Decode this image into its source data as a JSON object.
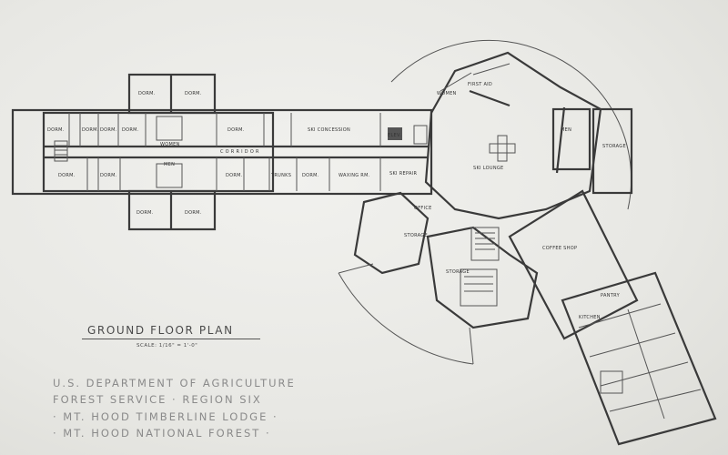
{
  "plan": {
    "title": "GROUND FLOOR PLAN",
    "scale": "SCALE: 1/16\" = 1'-0\""
  },
  "credits": {
    "line1": "U.S. DEPARTMENT OF AGRICULTURE",
    "line2": "FOREST SERVICE · REGION SIX",
    "line3": "· MT. HOOD TIMBERLINE LODGE ·",
    "line4": "· MT. HOOD NATIONAL FOREST ·"
  },
  "rooms": {
    "dorm": "DORM.",
    "corridor": "C O R R I D O R",
    "women": "WOMEN",
    "men": "MEN",
    "dorm_center": "DORM.",
    "trunks": "TRUNKS",
    "waxing": "WAXING RM.",
    "ski_concession": "SKI CONCESSION",
    "ski_repair": "SKI REPAIR",
    "ski_lounge": "SKI LOUNGE",
    "office": "OFFICE",
    "storage_1": "STORAGE",
    "storage_2": "STORAGE",
    "first_aid": "FIRST AID",
    "women_wing": "WOMEN",
    "men_wing": "MEN",
    "storage_wing": "STORAGE",
    "coffee_shop": "COFFEE SHOP",
    "kitchen": "KITCHEN",
    "pantry": "PANTRY",
    "elev": "ELEV."
  }
}
